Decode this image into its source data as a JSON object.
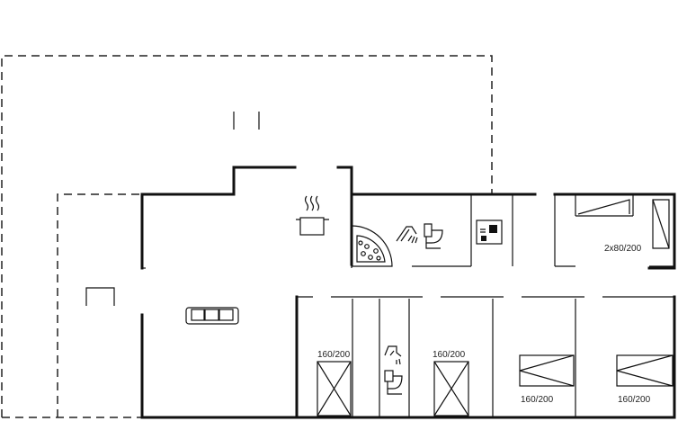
{
  "beds": {
    "bedroom_top_right": "2x80/200",
    "bedroom_middle": "160/200",
    "bedroom_center": "160/200",
    "bedroom_lower_right_1": "160/200",
    "bedroom_lower_right_2": "160/200"
  },
  "icons": [
    "kitchen-pot-icon",
    "whirlpool-icon",
    "shower-icon",
    "toilet-icon",
    "washer-icon",
    "sofa-icon",
    "fireplace-icon"
  ]
}
